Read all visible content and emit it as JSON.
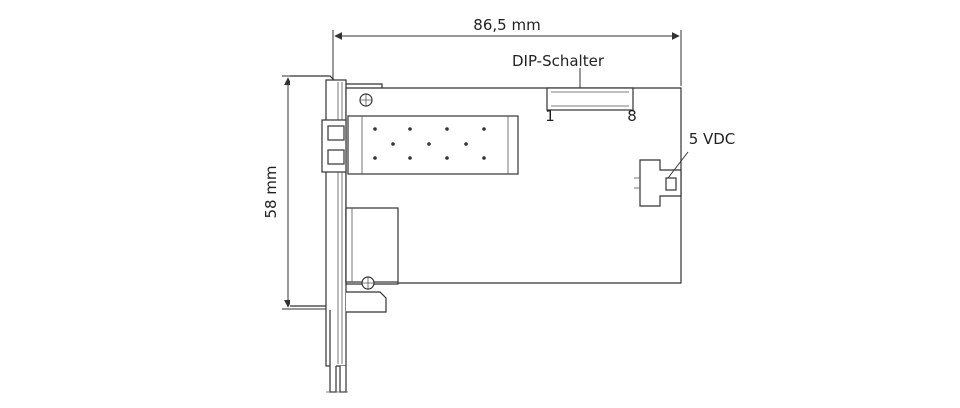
{
  "dimensions": {
    "width_label": "86,5 mm",
    "height_label": "58 mm"
  },
  "labels": {
    "dip_switch": "DIP-Schalter",
    "dip_first": "1",
    "dip_last": "8",
    "power": "5 VDC"
  },
  "colors": {
    "line": "#333333",
    "background": "#ffffff"
  }
}
